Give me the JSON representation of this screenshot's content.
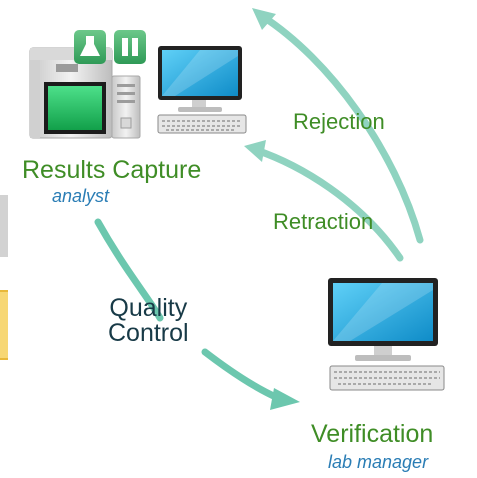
{
  "nodes": {
    "results": {
      "title": "Results Capture",
      "role": "analyst"
    },
    "verification": {
      "title": "Verification",
      "role": "lab manager"
    }
  },
  "edges": {
    "rejection": "Rejection",
    "retraction": "Retraction",
    "quality_control": [
      "Quality",
      "Control"
    ]
  },
  "colors": {
    "arrow": "#7fcdb6",
    "arrow_strong": "#5fbfa5",
    "green_text": "#3f8d26",
    "blue_text": "#2a7db5",
    "dark_text": "#183a47",
    "screen": "#1fa7df"
  },
  "icons": {
    "flask": "flask-icon",
    "pause": "pause-icon"
  }
}
